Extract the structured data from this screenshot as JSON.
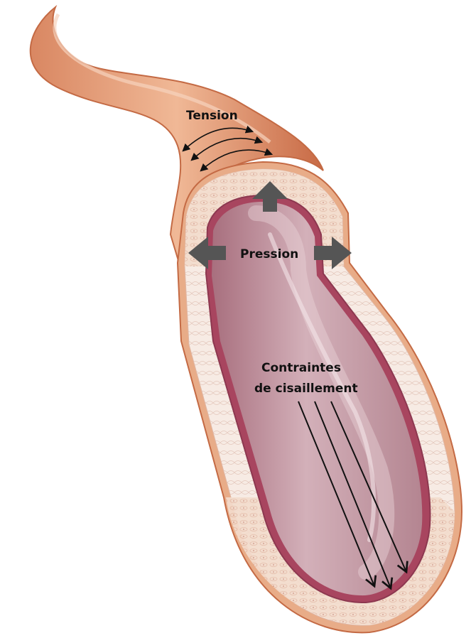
{
  "labels": {
    "tension": "Tension",
    "pressure": "Pression",
    "shear_line1": "Contraintes",
    "shear_line2": "de cisaillement"
  },
  "colors": {
    "outer_wall": "#e6a27e",
    "outer_wall_dark": "#c86a45",
    "media_layer": "#f0cdb6",
    "cross_section": "#f6e6dc",
    "intima": "#b8546c",
    "lumen": "#c495a0",
    "lumen_light": "#dcbcc3",
    "arrow_fill": "#555555",
    "line_color": "#111111"
  },
  "icons": {
    "tension_arrows": "curved-double-arrow-icon",
    "pressure_arrows": "block-arrow-icon",
    "shear_arrows": "long-line-arrow-icon"
  }
}
